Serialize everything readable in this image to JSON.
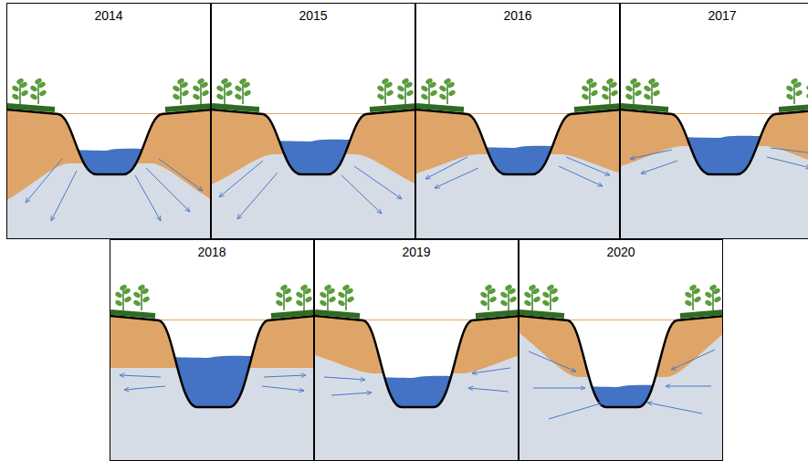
{
  "diagram": {
    "nodes": [
      {
        "text": [
          "2014"
        ]
      },
      {
        "text": [
          "2015"
        ]
      },
      {
        "text": [
          "2016"
        ]
      },
      {
        "text": [
          "2017"
        ]
      },
      {
        "text": [
          "2018"
        ]
      },
      {
        "text": [
          "2019"
        ]
      },
      {
        "text": [
          "2020"
        ]
      }
    ]
  }
}
